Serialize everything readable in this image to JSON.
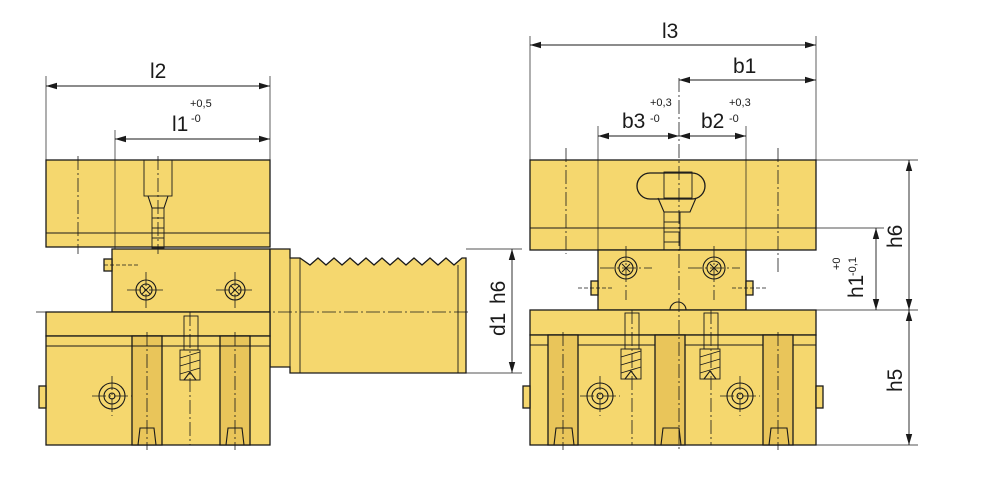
{
  "colors": {
    "body": "#f5d76e",
    "body_dark": "#e9c55a",
    "line": "#1a1a1a",
    "background": "#ffffff"
  },
  "labels": {
    "l2": "l2",
    "l1": "l1",
    "l1_tol_upper": "+0,5",
    "l1_tol_lower": "-0",
    "d1": "d1",
    "d1_fit": "h6",
    "l3": "l3",
    "b1": "b1",
    "b3": "b3",
    "b3_tol_upper": "+0,3",
    "b3_tol_lower": "-0",
    "b2": "b2",
    "b2_tol_upper": "+0,3",
    "b2_tol_lower": "-0",
    "h6": "h6",
    "h1": "h1",
    "h1_tol_upper": "+0",
    "h1_tol_lower": "-0,1",
    "h5": "h5"
  }
}
